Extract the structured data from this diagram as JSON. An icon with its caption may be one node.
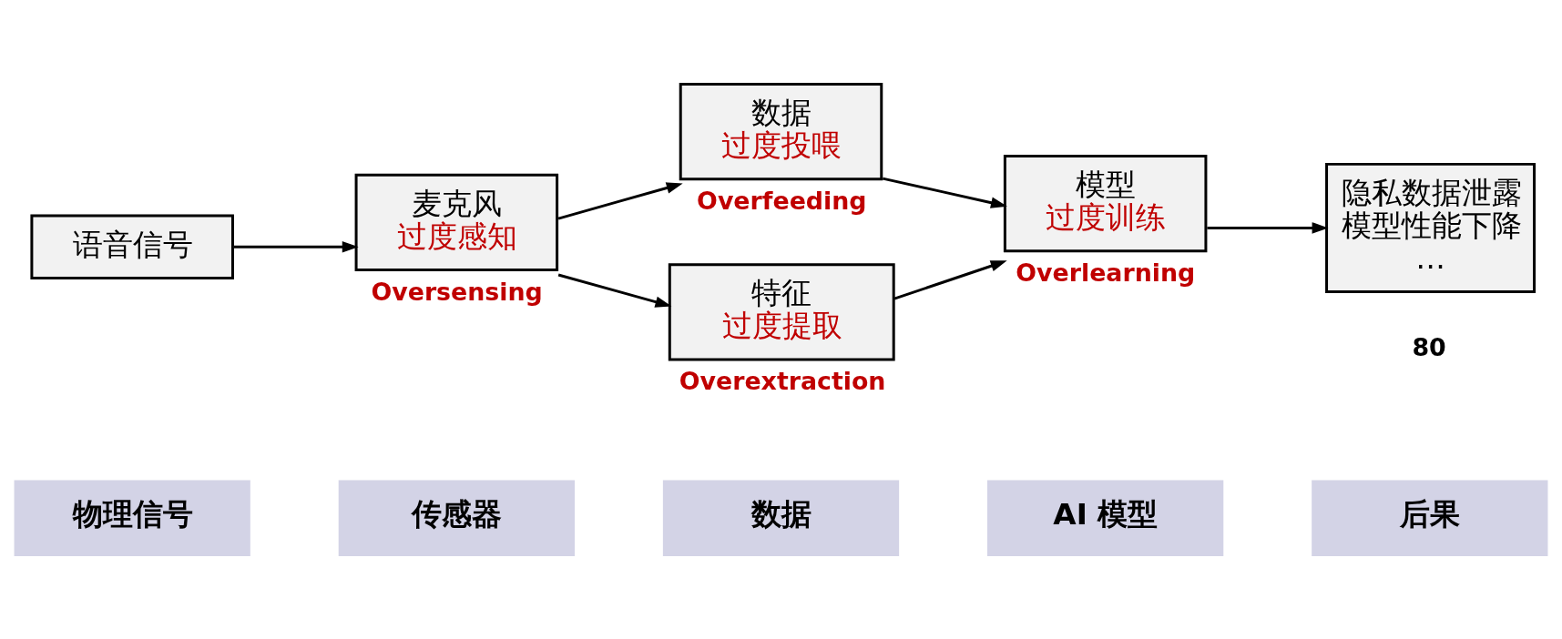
{
  "diagram": {
    "nodes": [
      {
        "text": [
          "物理信号"
        ]
      },
      {
        "text": [
          "传感器"
        ]
      },
      {
        "text": [
          "数据"
        ]
      },
      {
        "text": [
          "AI 模型"
        ]
      },
      {
        "text": [
          "后果"
        ]
      },
      {
        "text": [
          "语音信号"
        ]
      },
      {
        "text": [
          "麦克风",
          "过度感知"
        ],
        "beside": [
          "Oversensing"
        ]
      },
      {
        "text": [
          "数据",
          "过度投喂"
        ],
        "beside": [
          "Overfeeding"
        ]
      },
      {
        "text": [
          "特征",
          "过度提取"
        ],
        "beside": [
          "Overextraction"
        ]
      },
      {
        "text": [
          "模型",
          "过度训练"
        ],
        "beside": [
          "Overlearning"
        ]
      },
      {
        "text": [
          "隐私数据泄露",
          "模型性能下降",
          "…"
        ]
      }
    ],
    "edges": [
      {
        "from": 5,
        "to": 6,
        "arrow": "to"
      },
      {
        "from": 6,
        "to": 7,
        "arrow": "to"
      },
      {
        "from": 6,
        "to": 8,
        "arrow": "to"
      },
      {
        "from": 7,
        "to": 9,
        "arrow": "to"
      },
      {
        "from": 8,
        "to": 9,
        "arrow": "to"
      },
      {
        "from": 9,
        "to": 10,
        "arrow": "to"
      }
    ],
    "labels": [
      "80"
    ]
  }
}
